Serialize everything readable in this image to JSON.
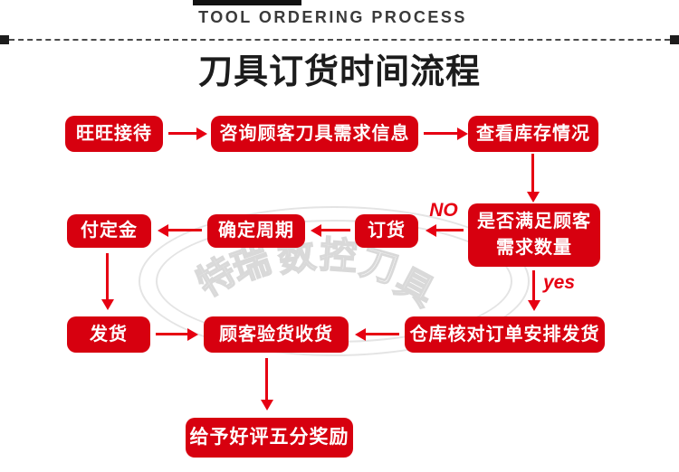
{
  "header": {
    "eyebrow": "TOOL ORDERING PROCESS",
    "title": "刀具订货时间流程"
  },
  "colors": {
    "box_red": "#d7000f",
    "arrow_red": "#e60012",
    "heading_dark": "#1c1c1c",
    "watermark_gray": "#d9d9d9"
  },
  "nodes": {
    "reception": {
      "label": "旺旺接待"
    },
    "inquiry": {
      "label": "咨询顾客刀具需求信息"
    },
    "check_stock": {
      "label": "查看库存情况"
    },
    "satisfy": {
      "line1": "是否满足顾客",
      "line2": "需求数量"
    },
    "order": {
      "label": "订货"
    },
    "cycle": {
      "label": "确定周期"
    },
    "deposit": {
      "label": "付定金"
    },
    "ship": {
      "label": "发货"
    },
    "receive": {
      "label": "顾客验货收货"
    },
    "warehouse": {
      "label": "仓库核对订单安排发货"
    },
    "review": {
      "label": "给予好评五分奖励"
    }
  },
  "edge_labels": {
    "no": "NO",
    "yes": "yes"
  },
  "watermark": {
    "text": "特瑞数控刀具",
    "chars": [
      "特",
      "瑞",
      "数",
      "控",
      "刀",
      "具"
    ]
  }
}
